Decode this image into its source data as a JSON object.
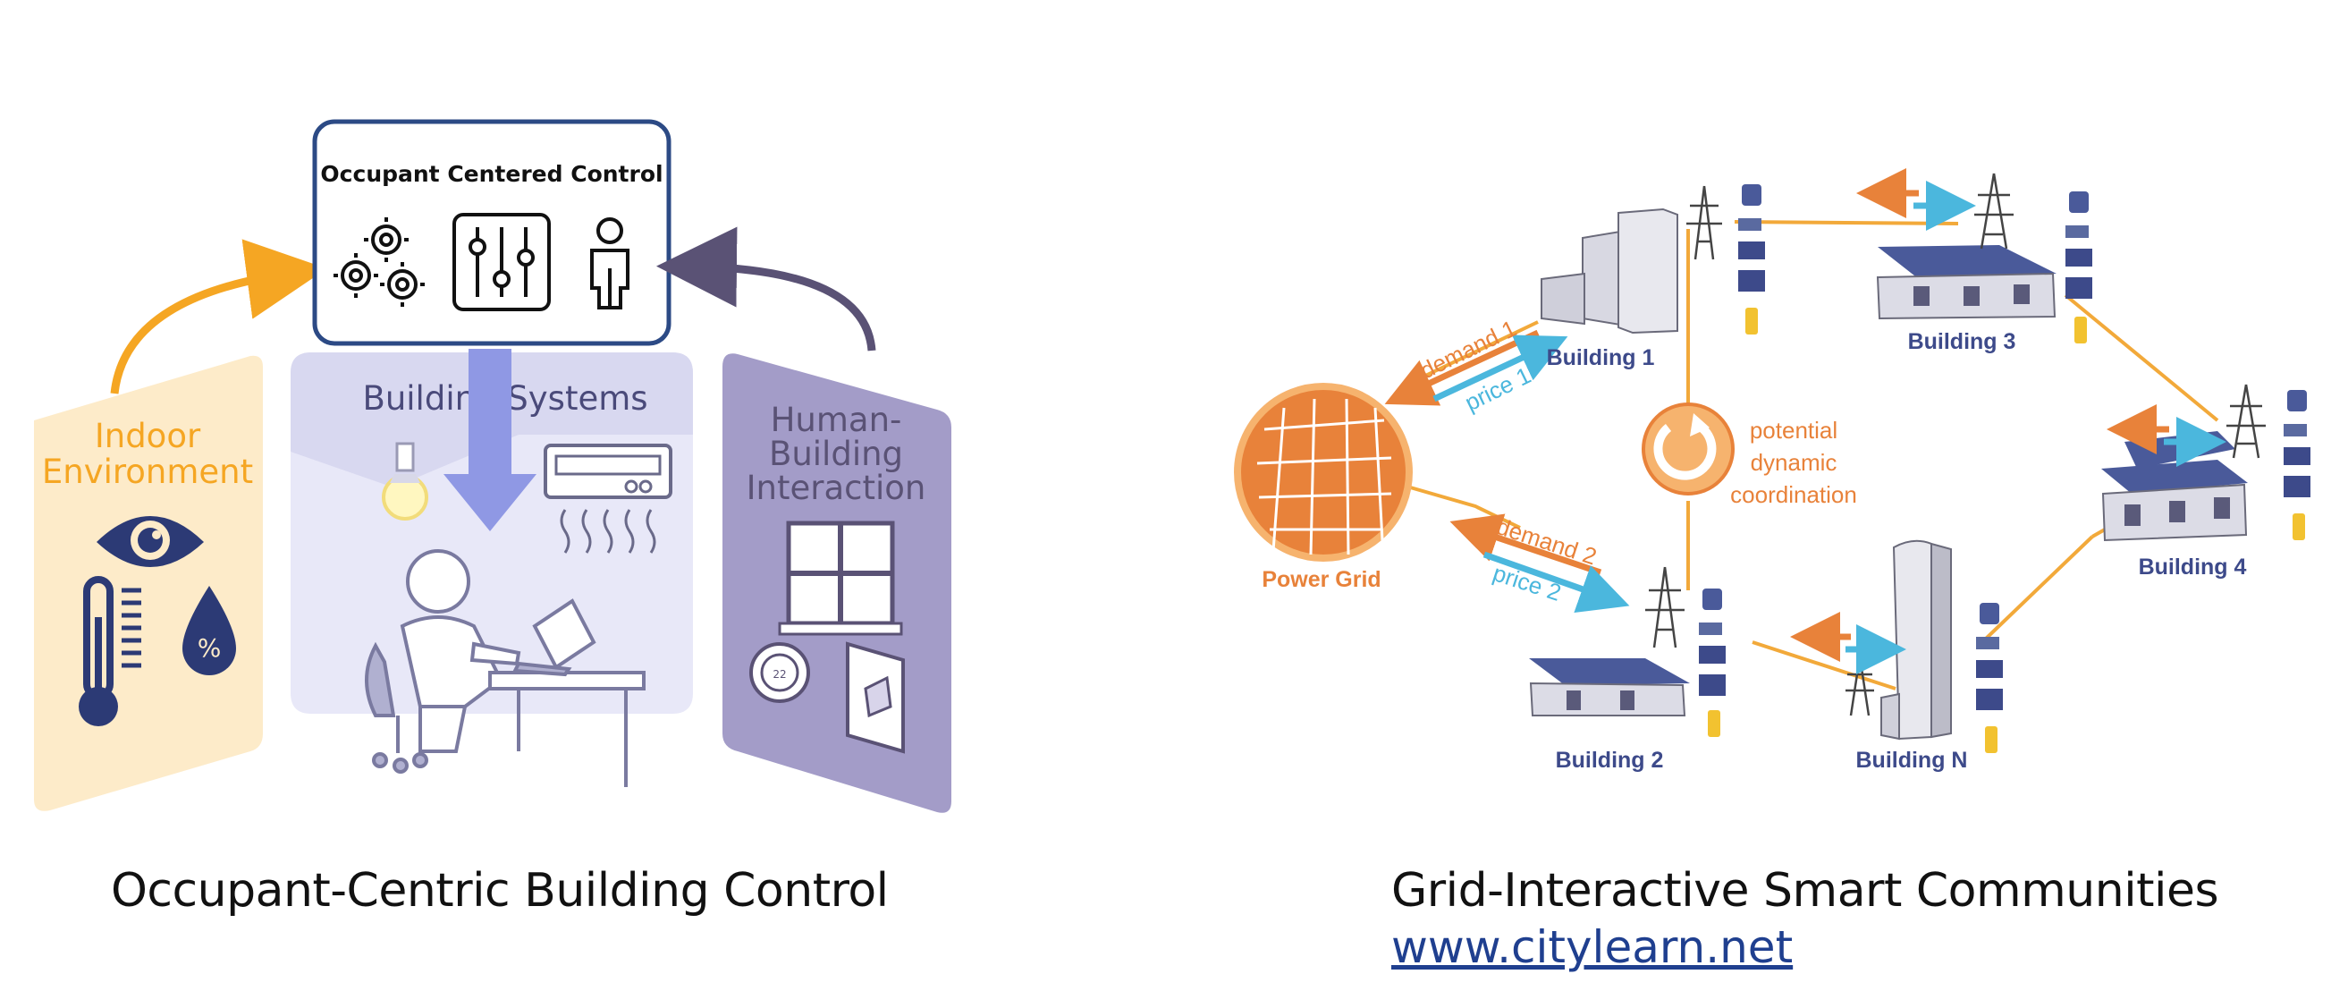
{
  "left": {
    "occ_title": "Occupant Centered Control",
    "indoor_line1": "Indoor",
    "indoor_line2": "Environment",
    "percent": "%",
    "building_systems": "Building Systems",
    "hbi_line1": "Human-",
    "hbi_line2": "Building",
    "hbi_line3": "Interaction",
    "thermostat_value": "22",
    "caption": "Occupant-Centric Building Control"
  },
  "right": {
    "power_grid": "Power Grid",
    "building_1": "Building 1",
    "building_2": "Building 2",
    "building_3": "Building 3",
    "building_4": "Building 4",
    "building_n": "Building N",
    "demand_1": "demand 1",
    "price_1": "price 1",
    "demand_2": "demand 2",
    "price_2": "price 2",
    "coord_line1": "potential",
    "coord_line2": "dynamic",
    "coord_line3": "coordination",
    "caption": "Grid-Interactive Smart Communities",
    "link": "www.citylearn.net"
  },
  "colors": {
    "indoor": "#f5a623",
    "building_systems": "#4a4a7a",
    "hbi": "#a39cc8",
    "occ_border": "#2c4a85",
    "grid_orange": "#e8823a",
    "price_blue": "#4bb7dd",
    "building_blue": "#3d4a8a"
  }
}
